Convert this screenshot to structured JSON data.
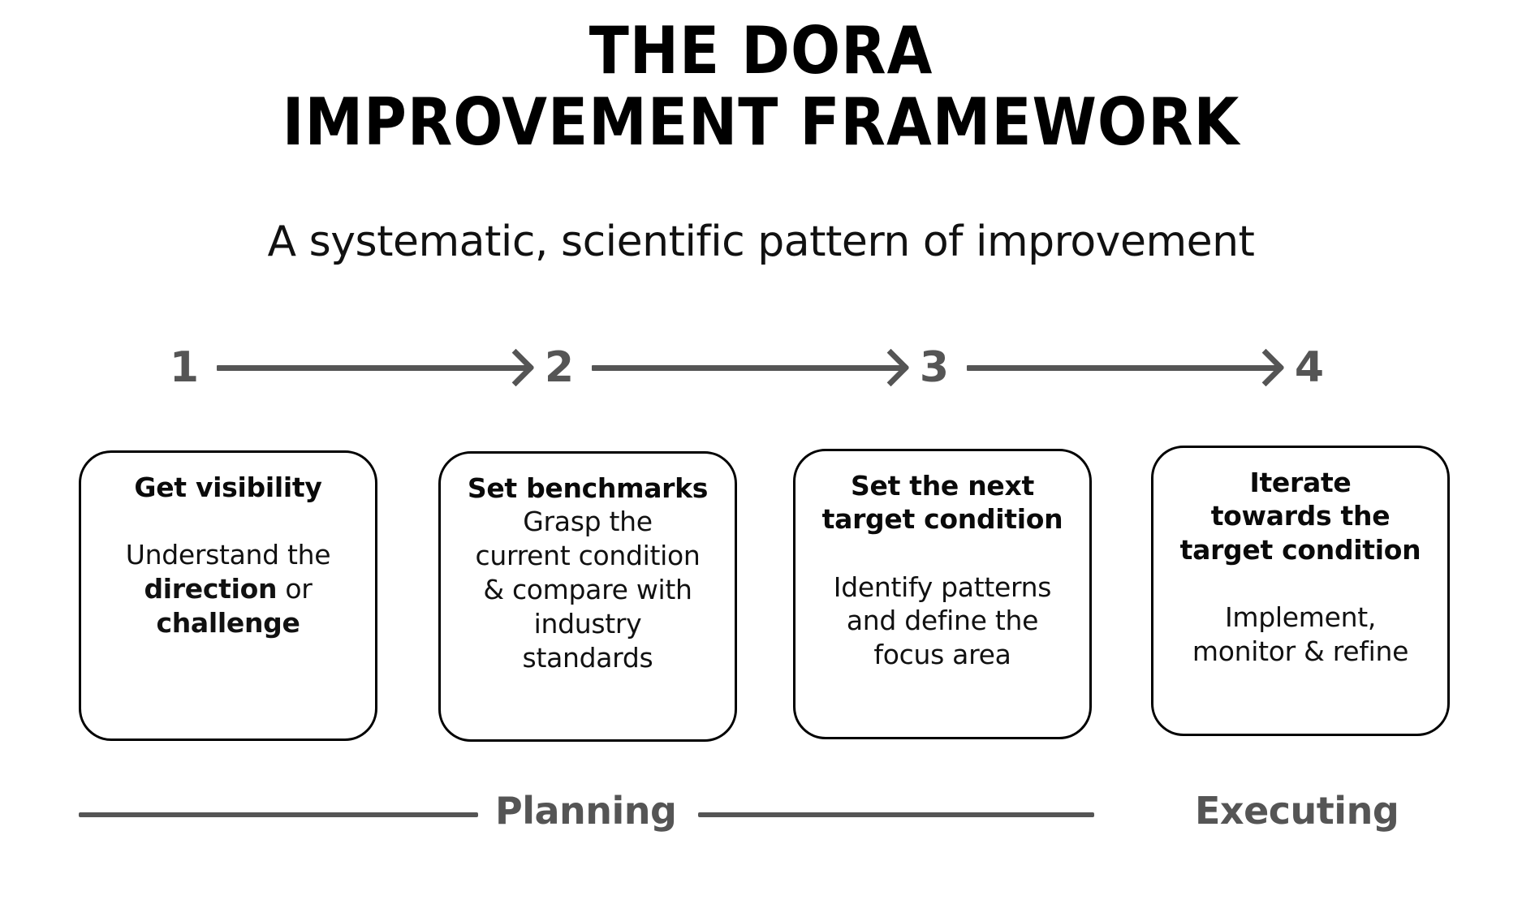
{
  "header": {
    "title_line_1": "THE DORA",
    "title_line_2": "IMPROVEMENT FRAMEWORK",
    "subtitle": "A systematic, scientific pattern of improvement"
  },
  "steps": {
    "numbers": [
      "1",
      "2",
      "3",
      "4"
    ],
    "arrow_icon": "arrow-right-icon"
  },
  "cards": [
    {
      "number": "1",
      "heading": "Get visibility",
      "body_lines": [
        "Understand the",
        "direction or",
        "challenge"
      ],
      "body_plain": "Understand the direction or challenge",
      "bold_terms": [
        "direction",
        "challenge"
      ]
    },
    {
      "number": "2",
      "heading": "Set benchmarks",
      "body_lines": [
        "Grasp the",
        "current condition",
        "& compare with",
        "industry",
        "standards"
      ],
      "body_plain": "Grasp the current condition & compare with industry standards",
      "bold_terms": []
    },
    {
      "number": "3",
      "heading": "Set the next target condition",
      "heading_lines": [
        "Set the next",
        "target condition"
      ],
      "body_lines": [
        "Identify patterns",
        "and define the",
        "focus area"
      ],
      "body_plain": "Identify patterns and define the focus area",
      "bold_terms": []
    },
    {
      "number": "4",
      "heading": "Iterate towards the target condition",
      "heading_lines": [
        "Iterate",
        "towards the",
        "target condition"
      ],
      "body_lines": [
        "Implement,",
        "monitor & refine"
      ],
      "body_plain": "Implement, monitor & refine",
      "bold_terms": []
    }
  ],
  "phases": {
    "planning_label": "Planning",
    "executing_label": "Executing"
  },
  "colors": {
    "background": "#ffffff",
    "text": "#111111",
    "card_border": "#000000",
    "accent_gray": "#555555"
  }
}
